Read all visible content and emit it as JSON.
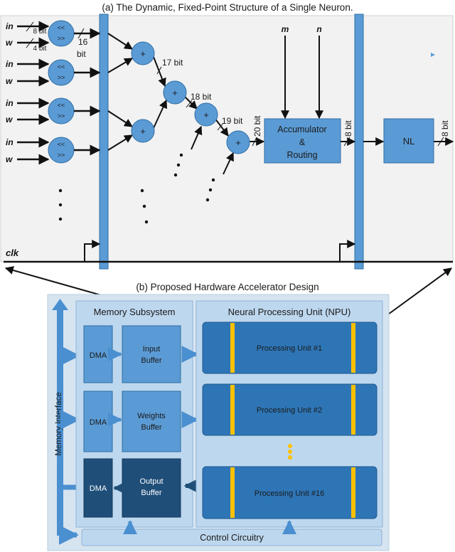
{
  "top_panel": {
    "caption": "(a) The Dynamic, Fixed-Point Structure of a Single Neuron.",
    "input_in": "in",
    "input_w": "w",
    "shift_left": "<<",
    "shift_right": ">>",
    "in_width": "8 bit",
    "w_width": "4 bit",
    "mult_width_line1": "16",
    "mult_width_line2": "bit",
    "adder_symbol": "+",
    "width_17": "17 bit",
    "width_18": "18 bit",
    "width_19": "19 bit",
    "width_20": "20 bit",
    "width_8": "8 bit",
    "accumulator_line1": "Accumulator",
    "accumulator_line2": "&",
    "accumulator_line3": "Routing",
    "input_m": "m",
    "input_n": "n",
    "nl_label": "NL",
    "clock_label": "clk"
  },
  "bottom_panel": {
    "caption": "(b) Proposed Hardware Accelerator Design",
    "memory_interface": "Memory Interface",
    "memory_subsystem": "Memory Subsystem",
    "npu_title": "Neural Processing Unit (NPU)",
    "dma_label": "DMA",
    "input_buffer_line1": "Input",
    "input_buffer_line2": "Buffer",
    "weights_buffer_line1": "Weights",
    "weights_buffer_line2": "Buffer",
    "output_buffer_line1": "Output",
    "output_buffer_line2": "Buffer",
    "processing_units": [
      "Processing Unit #1",
      "Processing Unit #2",
      "Processing Unit #16"
    ],
    "control_circuitry": "Control Circuitry"
  },
  "colors": {
    "panel_bg": "#f2f2f2",
    "node_fill": "#5b9bd5",
    "node_stroke": "#2e6da4",
    "pu_fill": "#2e75b6",
    "pu_bar": "#ffc000",
    "dark_fill": "#1f4e79",
    "outer_bg": "#d6e4f0",
    "inner_bg": "#bdd7ee"
  },
  "icons": {
    "stub_arrow": "small-triangle-icon"
  }
}
